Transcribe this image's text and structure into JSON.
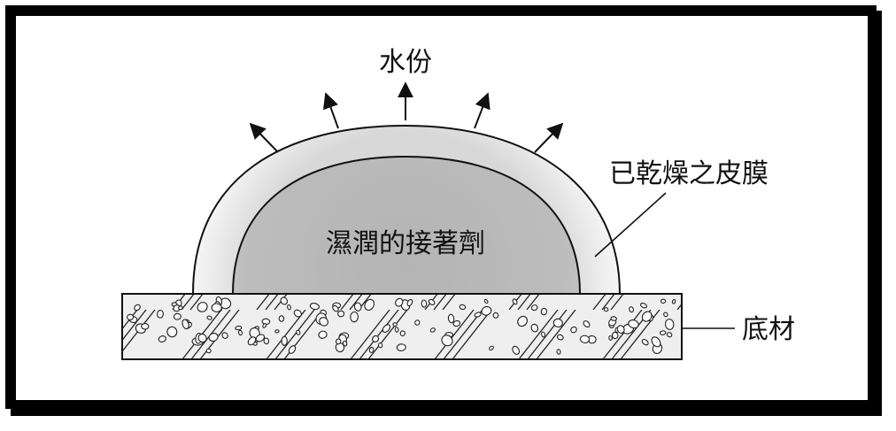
{
  "labels": {
    "water": "水份",
    "dried_film": "已乾燥之皮膜",
    "wet_adhesive": "濕潤的接著劑",
    "substrate": "底材"
  },
  "colors": {
    "frame": "#000000",
    "outer_film_edge": "#f4f4f4",
    "outer_film_mid": "#dcdcdc",
    "wet_adhesive_fill": "#b9b9b9",
    "substrate_fill": "#eeeeee",
    "line": "#111111"
  },
  "counts": {
    "water_arrows": 5
  }
}
